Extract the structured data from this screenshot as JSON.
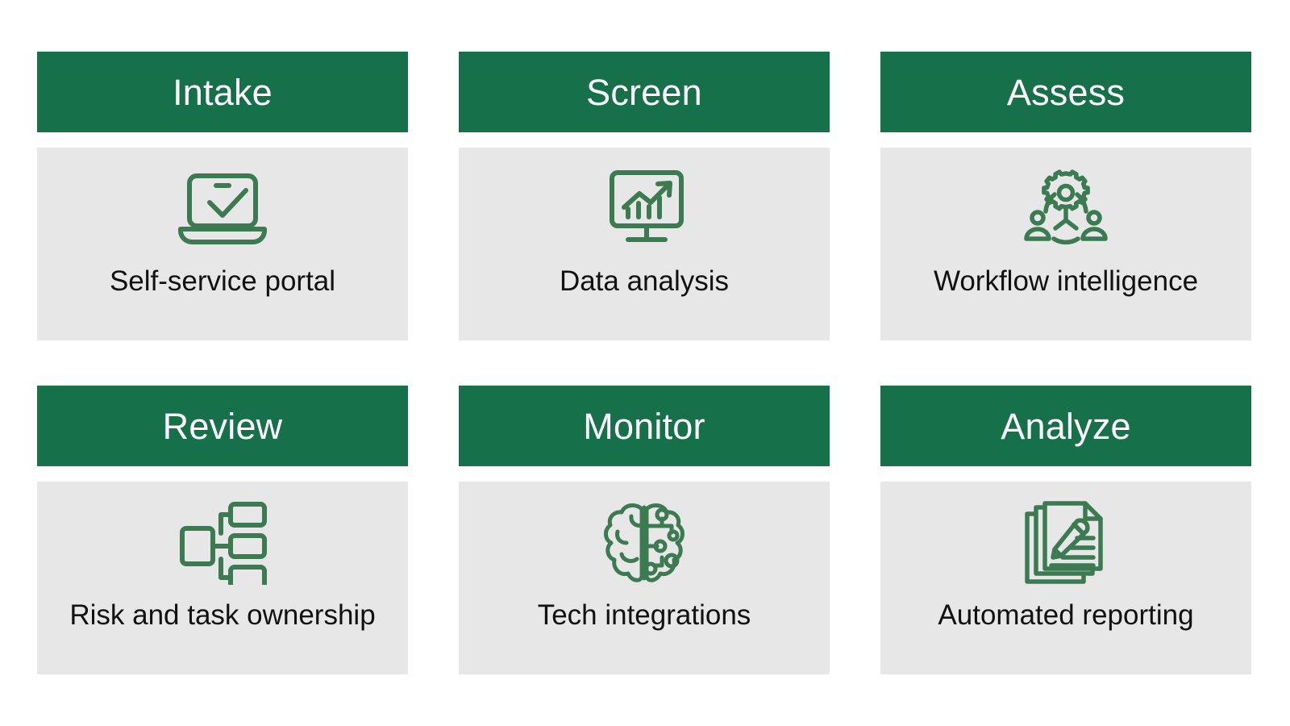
{
  "diagram": {
    "type": "process-stage-grid",
    "columns": 3,
    "rows": 2,
    "colors": {
      "header_green": "#16714a",
      "body_gray": "#e7e7e7",
      "icon_green": "#3c7a52",
      "header_text": "#ffffff",
      "caption_text": "#111111",
      "page_background": "#ffffff"
    },
    "stages": [
      {
        "title": "Intake",
        "caption": "Self-service portal",
        "icon": "laptop-check-icon"
      },
      {
        "title": "Screen",
        "caption": "Data analysis",
        "icon": "monitor-chart-icon"
      },
      {
        "title": "Assess",
        "caption": "Workflow intelligence",
        "icon": "gear-people-network-icon"
      },
      {
        "title": "Review",
        "caption": "Risk and task ownership",
        "icon": "hierarchy-boxes-icon"
      },
      {
        "title": "Monitor",
        "caption": "Tech integrations",
        "icon": "ai-brain-circuit-icon"
      },
      {
        "title": "Analyze",
        "caption": "Automated reporting",
        "icon": "documents-pencil-icon"
      }
    ]
  }
}
